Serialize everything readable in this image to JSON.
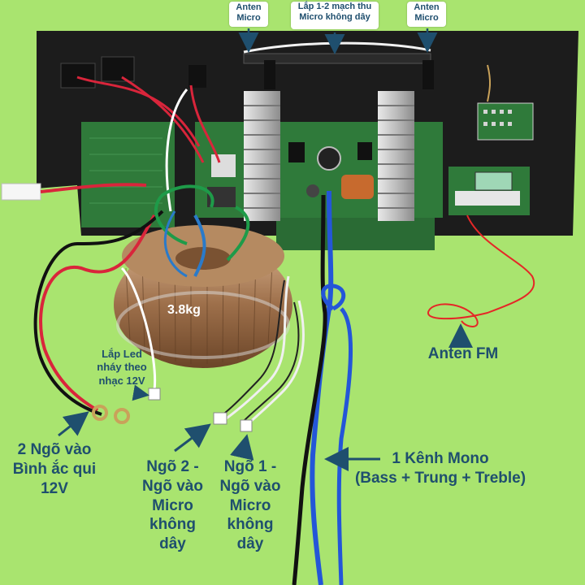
{
  "callouts": {
    "antenna_left": "Anten\nMicro",
    "receiver_slot": "Lắp 1-2 mạch thu\nMicro không dây",
    "antenna_right": "Anten\nMicro"
  },
  "labels": {
    "transformer_weight": "3.8kg",
    "led_hookup": "Lắp Led\nnháy theo\nnhạc 12V",
    "battery_input": "2 Ngõ vào\nBình ắc qui\n12V",
    "mic_input_2": "Ngõ 2 -\nNgõ vào\nMicro\nkhông\ndây",
    "mic_input_1": "Ngõ 1 -\nNgõ vào\nMicro\nkhông\ndây",
    "mono_channel": "1 Kênh Mono\n(Bass + Trung + Treble)",
    "fm_antenna": "Anten FM"
  },
  "colors": {
    "background": "#a9e46f",
    "label_text": "#1f4f6e",
    "arrow": "#1f4f6e",
    "panel": "#1c1c1c",
    "pcb_green": "#2f7a3a"
  }
}
